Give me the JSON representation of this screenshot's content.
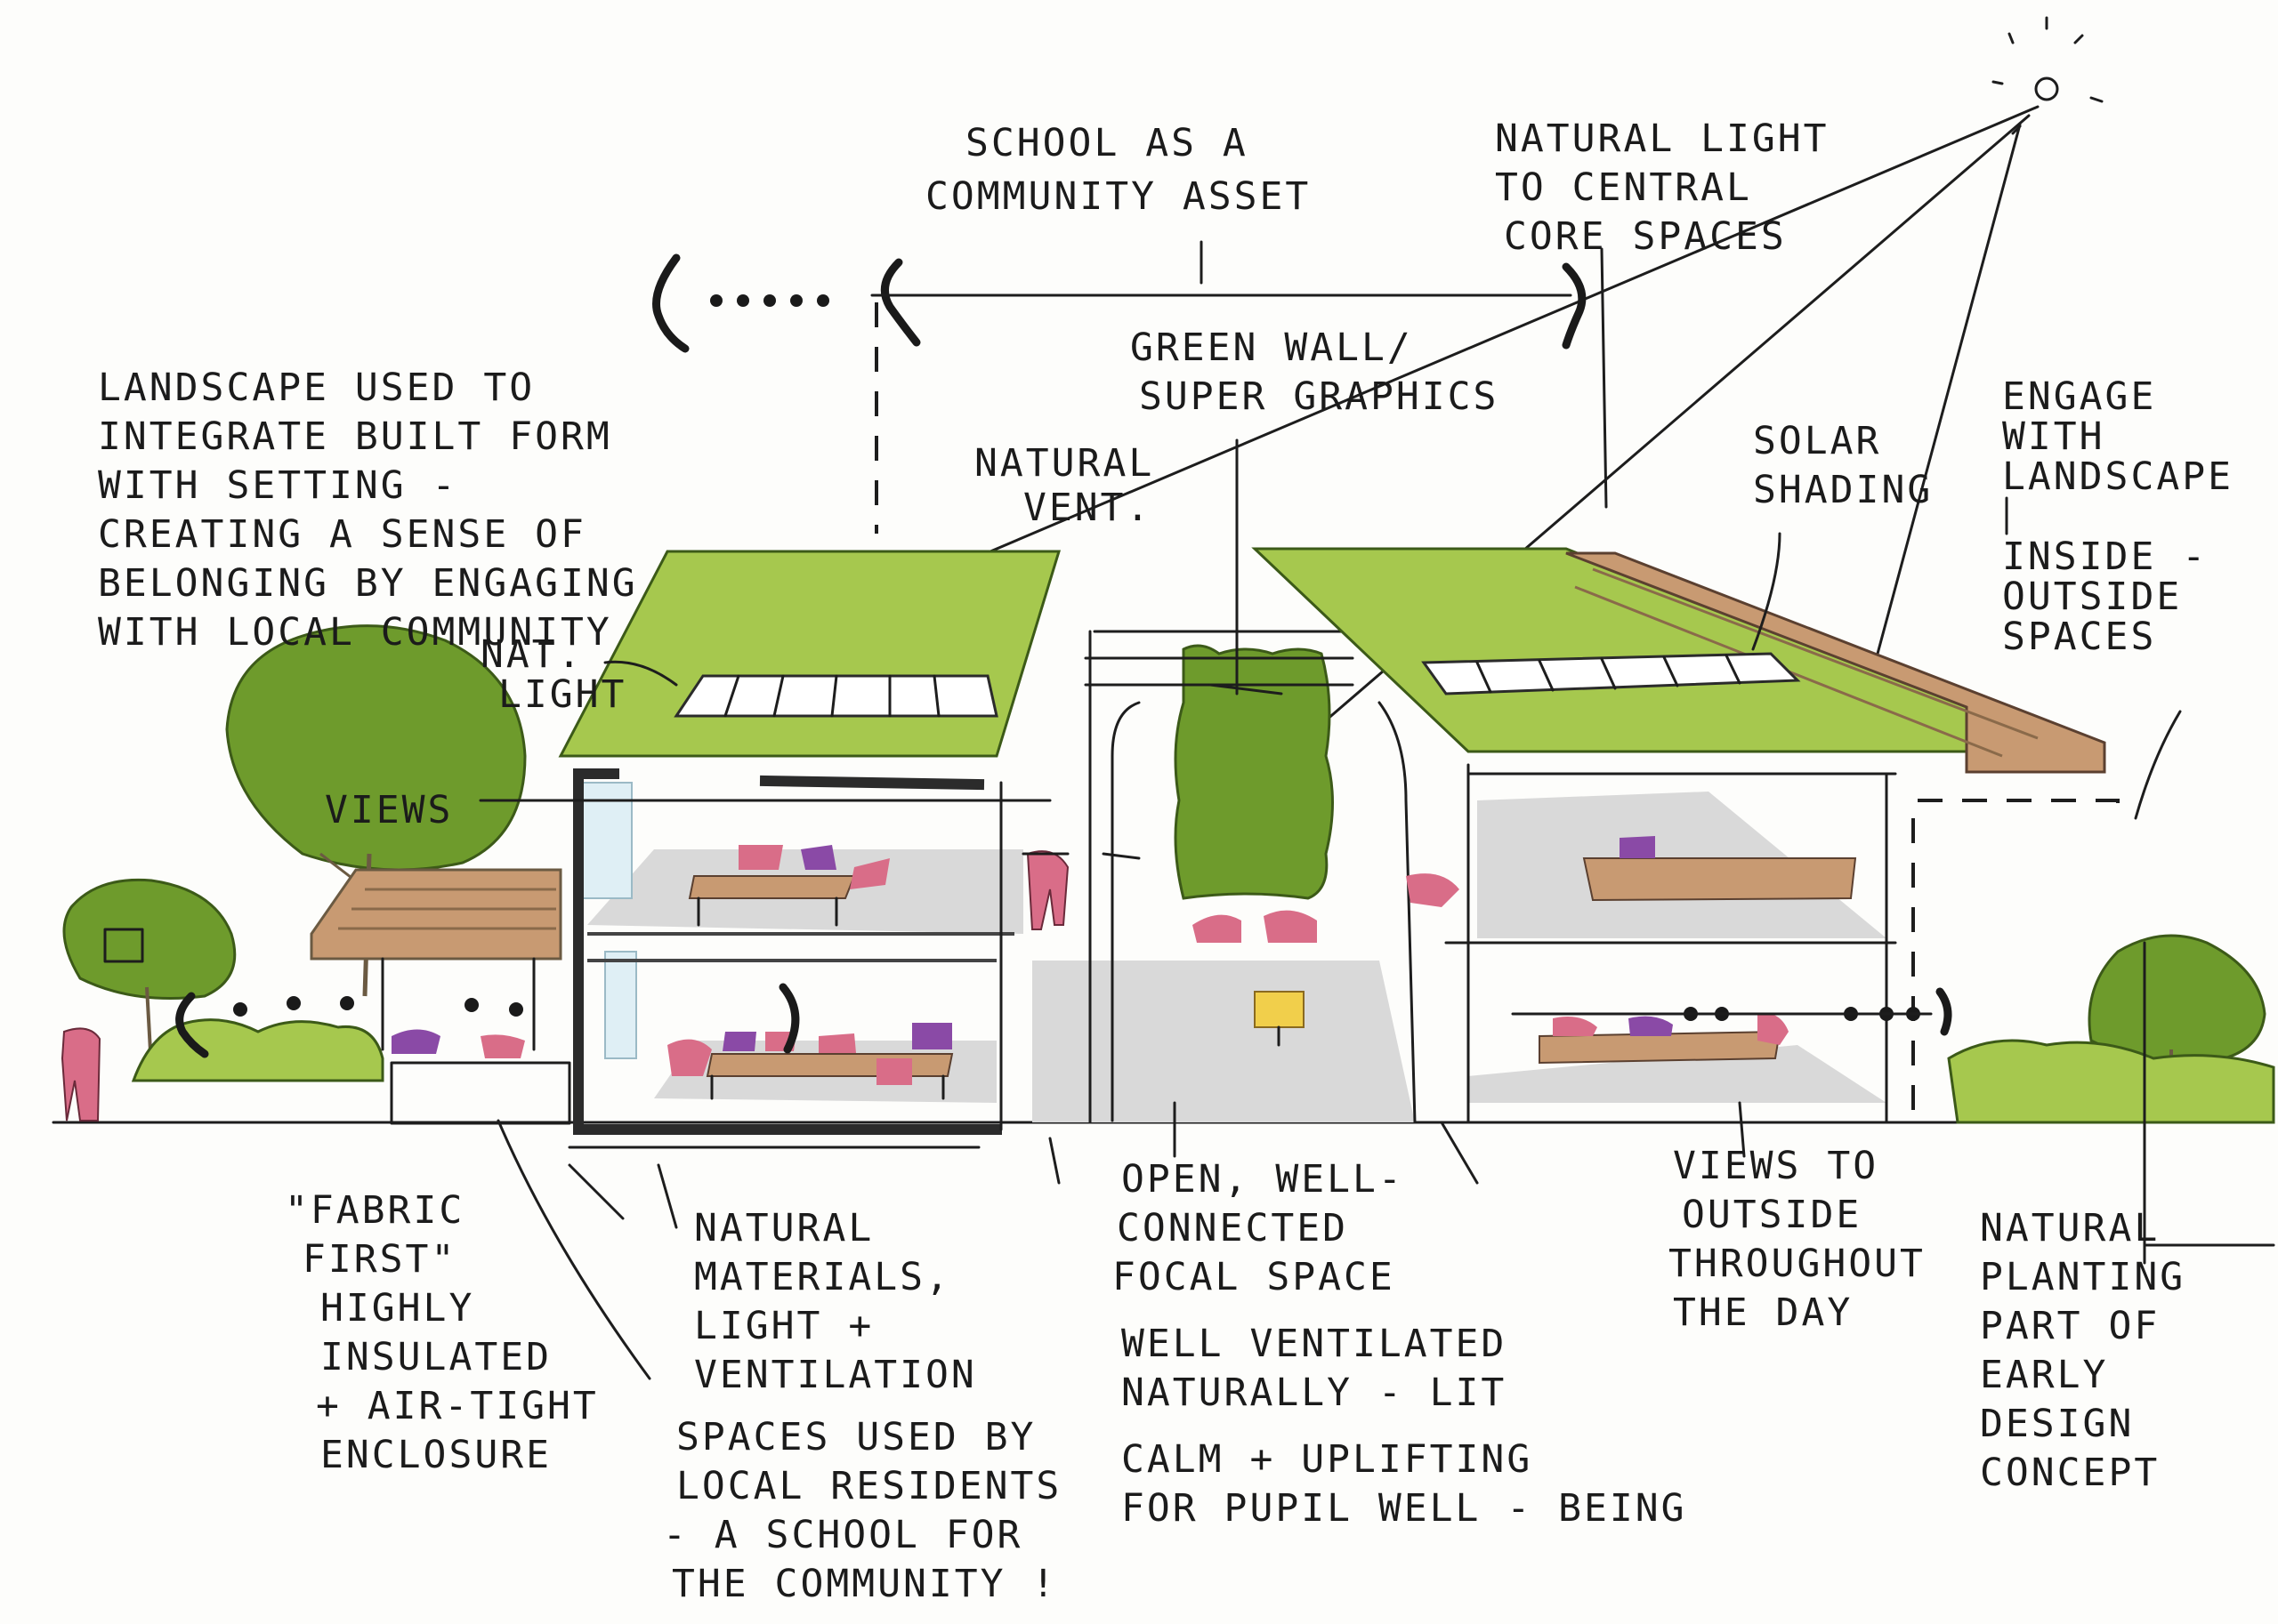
{
  "annotations": {
    "school_asset_1": "SCHOOL AS A",
    "school_asset_2": "COMMUNITY ASSET",
    "natural_light_1": "NATURAL LIGHT",
    "natural_light_2": "TO CENTRAL",
    "natural_light_3": "CORE SPACES",
    "green_wall_1": "GREEN WALL/",
    "green_wall_2": "SUPER GRAPHICS",
    "natural_vent_1": "NATURAL",
    "natural_vent_2": "VENT.",
    "solar_shading_1": "SOLAR",
    "solar_shading_2": "SHADING",
    "engage_1": "ENGAGE",
    "engage_2": "WITH",
    "engage_3": "LANDSCAPE",
    "inside_1": "INSIDE -",
    "inside_2": "OUTSIDE",
    "inside_3": "SPACES",
    "landscape_1": "LANDSCAPE USED TO",
    "landscape_2": "INTEGRATE BUILT FORM",
    "landscape_3": "WITH SETTING -",
    "landscape_4": "CREATING A SENSE OF",
    "landscape_5": "BELONGING BY ENGAGING",
    "landscape_6": "WITH LOCAL COMMUNITY",
    "nat_light_1": "NAT.",
    "nat_light_2": "LIGHT",
    "views": "VIEWS",
    "fabric_1": "\"FABRIC",
    "fabric_2": "FIRST\"",
    "fabric_3": "HIGHLY",
    "fabric_4": "INSULATED",
    "fabric_5": "+ AIR-TIGHT",
    "fabric_6": "ENCLOSURE",
    "materials_1": "NATURAL",
    "materials_2": "MATERIALS,",
    "materials_3": "LIGHT +",
    "materials_4": "VENTILATION",
    "spaces_1": "SPACES USED BY",
    "spaces_2": "LOCAL RESIDENTS",
    "spaces_3": "- A SCHOOL FOR",
    "spaces_4": "THE COMMUNITY !",
    "open_1": "OPEN, WELL-",
    "open_2": "CONNECTED",
    "open_3": "FOCAL SPACE",
    "ventilated_1": "WELL VENTILATED",
    "ventilated_2": "NATURALLY - LIT",
    "calm_1": "CALM + UPLIFTING",
    "calm_2": "FOR PUPIL WELL - BEING",
    "views_outside_1": "VIEWS TO",
    "views_outside_2": "OUTSIDE",
    "views_outside_3": "THROUGHOUT",
    "views_outside_4": "THE DAY",
    "planting_1": "NATURAL",
    "planting_2": "PLANTING",
    "planting_3": "PART OF",
    "planting_4": "EARLY",
    "planting_5": "DESIGN",
    "planting_6": "CONCEPT"
  },
  "colors": {
    "roof_green": "#a6c84e",
    "tree_green": "#6e9b2c",
    "pink": "#d96d88",
    "purple": "#8a4aa6",
    "wood": "#c89a72",
    "floor_grey": "#d9d9d9",
    "glass": "#dfeff5",
    "yellow": "#f1cf4b"
  },
  "icons": [
    "sun-icon"
  ]
}
